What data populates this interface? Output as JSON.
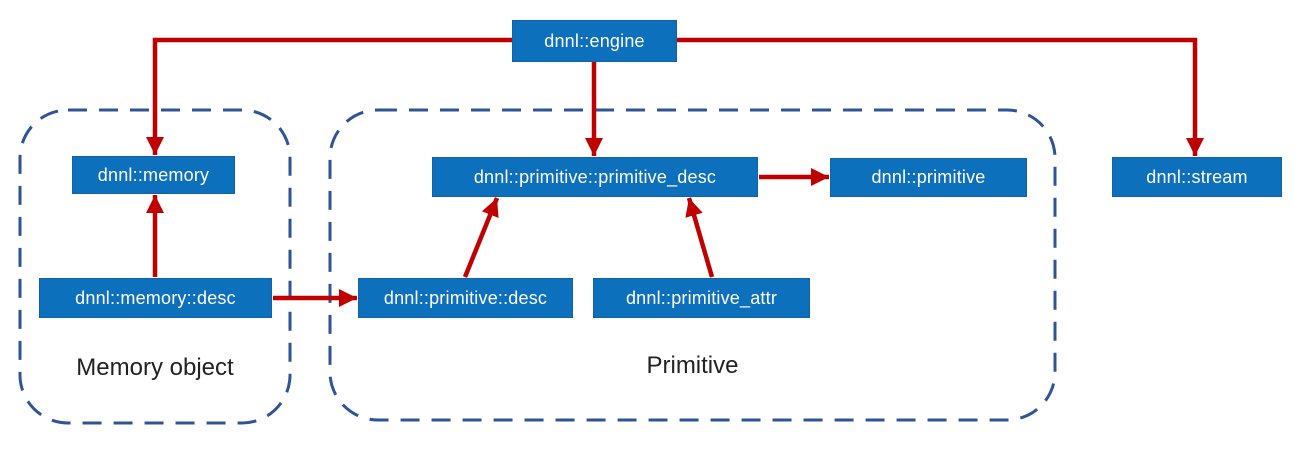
{
  "nodes": {
    "engine": {
      "label": "dnnl::engine"
    },
    "memory": {
      "label": "dnnl::memory"
    },
    "memory_desc": {
      "label": "dnnl::memory::desc"
    },
    "primitive_primitive_desc": {
      "label": "dnnl::primitive::primitive_desc"
    },
    "primitive": {
      "label": "dnnl::primitive"
    },
    "primitive_desc": {
      "label": "dnnl::primitive::desc"
    },
    "primitive_attr": {
      "label": "dnnl::primitive_attr"
    },
    "stream": {
      "label": "dnnl::stream"
    }
  },
  "groups": {
    "memory_object": {
      "label": "Memory object"
    },
    "primitive": {
      "label": "Primitive"
    }
  },
  "edges": [
    {
      "from": "engine",
      "to": "memory"
    },
    {
      "from": "engine",
      "to": "primitive_primitive_desc"
    },
    {
      "from": "engine",
      "to": "stream"
    },
    {
      "from": "memory_desc",
      "to": "memory"
    },
    {
      "from": "memory_desc",
      "to": "primitive_desc"
    },
    {
      "from": "primitive_desc",
      "to": "primitive_primitive_desc"
    },
    {
      "from": "primitive_attr",
      "to": "primitive_primitive_desc"
    },
    {
      "from": "primitive_primitive_desc",
      "to": "primitive"
    }
  ],
  "colors": {
    "node_fill": "#0d70bd",
    "node_border": "#0e62a5",
    "node_text": "#ffffff",
    "arrow": "#c00000",
    "group_border": "#2f5496",
    "group_label_text": "#212121",
    "background": "#ffffff"
  }
}
